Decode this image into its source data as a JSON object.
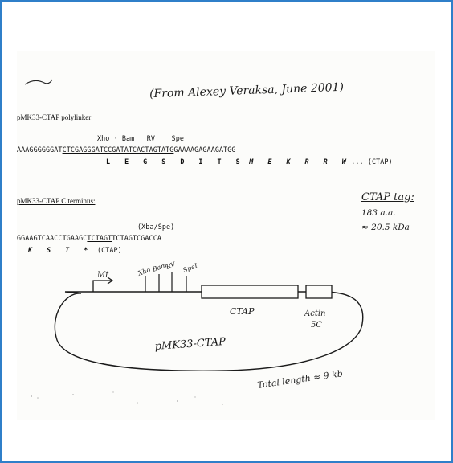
{
  "note": {
    "handwritten_title": "(From Alexey Veraksa, June 2001)"
  },
  "polylinker": {
    "heading": "pMK33-CTAP polylinker:",
    "site_labels": "Xho · Bam   RV    Spe",
    "dna_prefix": "AAAGGGGGGAT",
    "dna_underlined": "CTCGAGGGATCCGATATCACTAGTATG",
    "dna_suffix": "GAAAAGAGAAGATGG",
    "aa": "L E G S D I T S",
    "aa_italic": "M E K R R W",
    "aa_end": "... (CTAP)"
  },
  "cterm": {
    "heading": "pMK33-CTAP C terminus:",
    "site_label": "(Xba/Spe)",
    "dna_prefix": "GGAAGTCAACCTGAAGC",
    "dna_underlined": "TCTAGT",
    "dna_suffix": "TCTAGTCGACCA",
    "aa": "K S T *",
    "aa_label": "(CTAP)"
  },
  "tag_info": {
    "title": "CTAP tag:",
    "size_aa": "183 a.a.",
    "size_kda": "≈ 20.5 kDa"
  },
  "map": {
    "promoter": "Mt",
    "sites": [
      "Xho",
      "Bam",
      "RV",
      "SpeI"
    ],
    "ctap_label": "CTAP",
    "actin_label_1": "Actin",
    "actin_label_2": "5C",
    "plasmid_name": "pMK33-CTAP",
    "total_length": "Total length ≈ 9 kb"
  }
}
